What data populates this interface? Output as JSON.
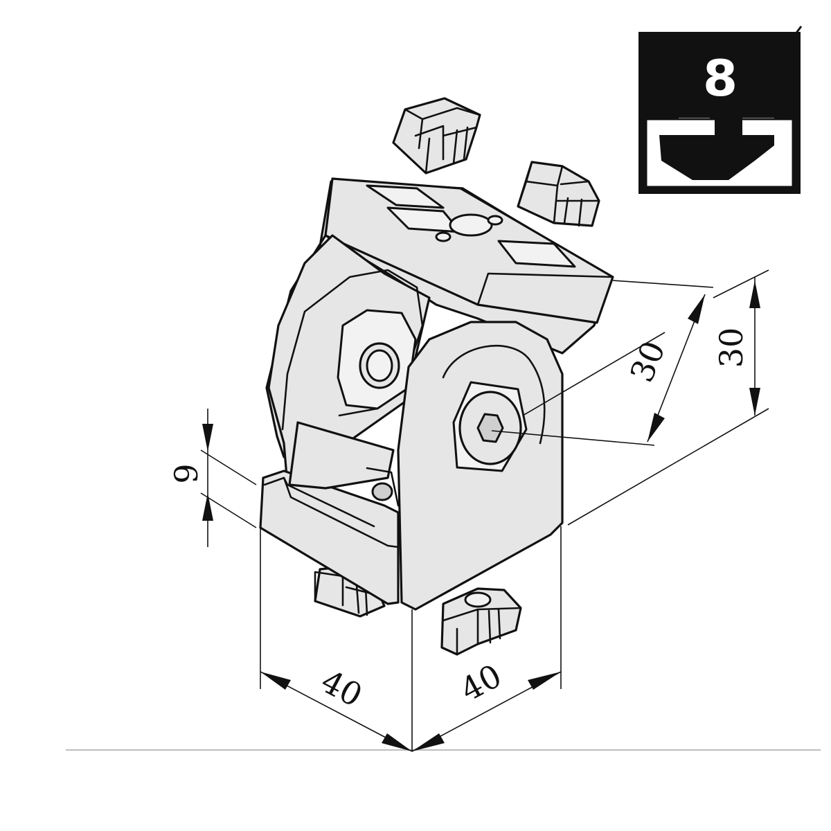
{
  "badge": {
    "slot_size": "8"
  },
  "dimensions": {
    "base_thickness": "9",
    "base_width_left": "40",
    "base_width_right": "40",
    "pivot_to_top": "30",
    "top_height": "30"
  },
  "colors": {
    "badge_background": "#111111",
    "part_fill": "#e6e6e6",
    "line": "#111111"
  }
}
